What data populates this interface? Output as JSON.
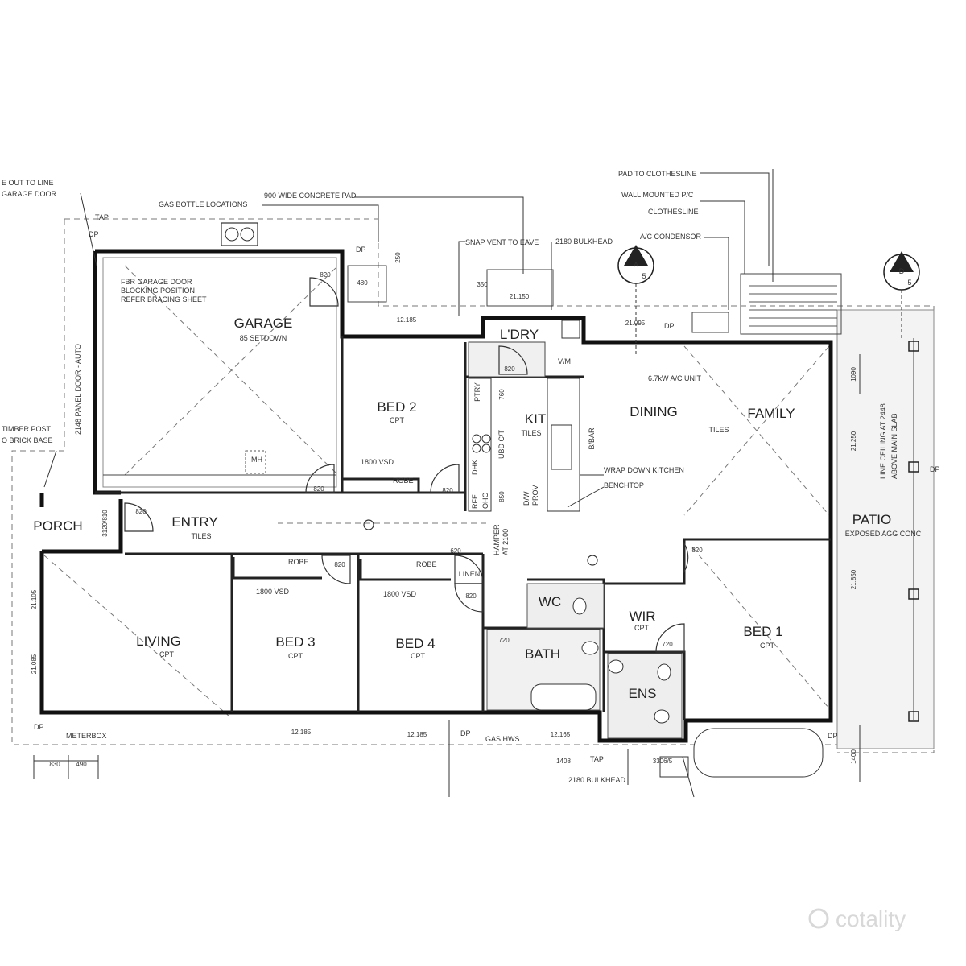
{
  "rooms": {
    "garage": "GARAGE",
    "garage_sub": "85 SETDOWN",
    "bed2": "BED 2",
    "bed2_sub": "CPT",
    "ldry": "L'DRY",
    "kit": "KIT",
    "kit_sub": "TILES",
    "dining": "DINING",
    "family": "FAMILY",
    "family_sub": "TILES",
    "entry": "ENTRY",
    "entry_sub": "TILES",
    "porch": "PORCH",
    "patio": "PATIO",
    "patio_sub": "EXPOSED AGG CONC",
    "living": "LIVING",
    "living_sub": "CPT",
    "bed3": "BED 3",
    "bed3_sub": "CPT",
    "bed4": "BED 4",
    "bed4_sub": "CPT",
    "wc": "WC",
    "bath": "BATH",
    "wir": "WIR",
    "wir_sub": "CPT",
    "ens": "ENS",
    "bed1": "BED 1",
    "bed1_sub": "CPT",
    "linen": "LINEN",
    "ptry": "PTRY",
    "bar": "B/BAR"
  },
  "notes": {
    "gas_bottle": "GAS BOTTLE LOCATIONS",
    "concrete_pad": "900 WIDE CONCRETE PAD",
    "snap_vent": "SNAP VENT TO EAVE",
    "bulkhead_top": "2180 BULKHEAD",
    "pad_clothesline": "PAD TO CLOTHESLINE",
    "wall_mounted": "WALL MOUNTED P/C",
    "clothesline": "CLOTHESLINE",
    "ac_condensor": "A/C CONDENSOR",
    "ac_unit": "6.7kW A/C UNIT",
    "wrap_kitchen": "WRAP DOWN KITCHEN",
    "benchtop": "BENCHTOP",
    "panel_door": "2148 PANEL DOOR - AUTO",
    "garage_door_a": "E OUT TO LINE",
    "garage_door_b": "GARAGE DOOR",
    "fbr_a": "FBR GARAGE DOOR",
    "fbr_b": "BLOCKING POSITION",
    "fbr_c": "REFER BRACING SHEET",
    "timber_a": "TIMBER POST",
    "timber_b": "O BRICK BASE",
    "meterbox": "METERBOX",
    "gas_hws": "GAS HWS",
    "bulkhead_bottom": "2180 BULKHEAD",
    "line_ceiling_a": "LINE CEILING AT 2448",
    "line_ceiling_b": "ABOVE MAIN SLAB",
    "tap_top": "TAP",
    "tap_bottom": "TAP",
    "dp": "DP",
    "vsd_bed2": "1800 VSD",
    "vsd_bed3": "1800 VSD",
    "vsd_bed4": "1800 VSD",
    "robe": "ROBE",
    "mh": "MH",
    "hamper": "HAMPER",
    "hamper_at": "AT 2100",
    "dw": "D/W",
    "prov": "PROV",
    "ubd": "UBD C/T",
    "rfe": "RFE",
    "ohc": "OHC",
    "dhk": "DHK",
    "vm": "V/M"
  },
  "dims": {
    "d820": "820",
    "d720": "720",
    "d620": "620",
    "d760": "760",
    "d850": "850",
    "d12185": "12.185",
    "d12165": "12.165",
    "d21150": "21.150",
    "d21095": "21.095",
    "d21085": "21.085",
    "d21105": "21.105",
    "d1400": "1400",
    "d1090": "1090",
    "d830": "830",
    "d490": "490",
    "d250": "250",
    "d350": "350",
    "d3120": "3120/810",
    "d21250": "21.250",
    "d21850": "21.850",
    "d1408": "1408",
    "d3306": "3306/5",
    "d480": "480"
  },
  "markers": {
    "a_letter": "A",
    "a_num": "5",
    "d_letter": "D",
    "d_num": "5"
  },
  "watermark": "cotality"
}
